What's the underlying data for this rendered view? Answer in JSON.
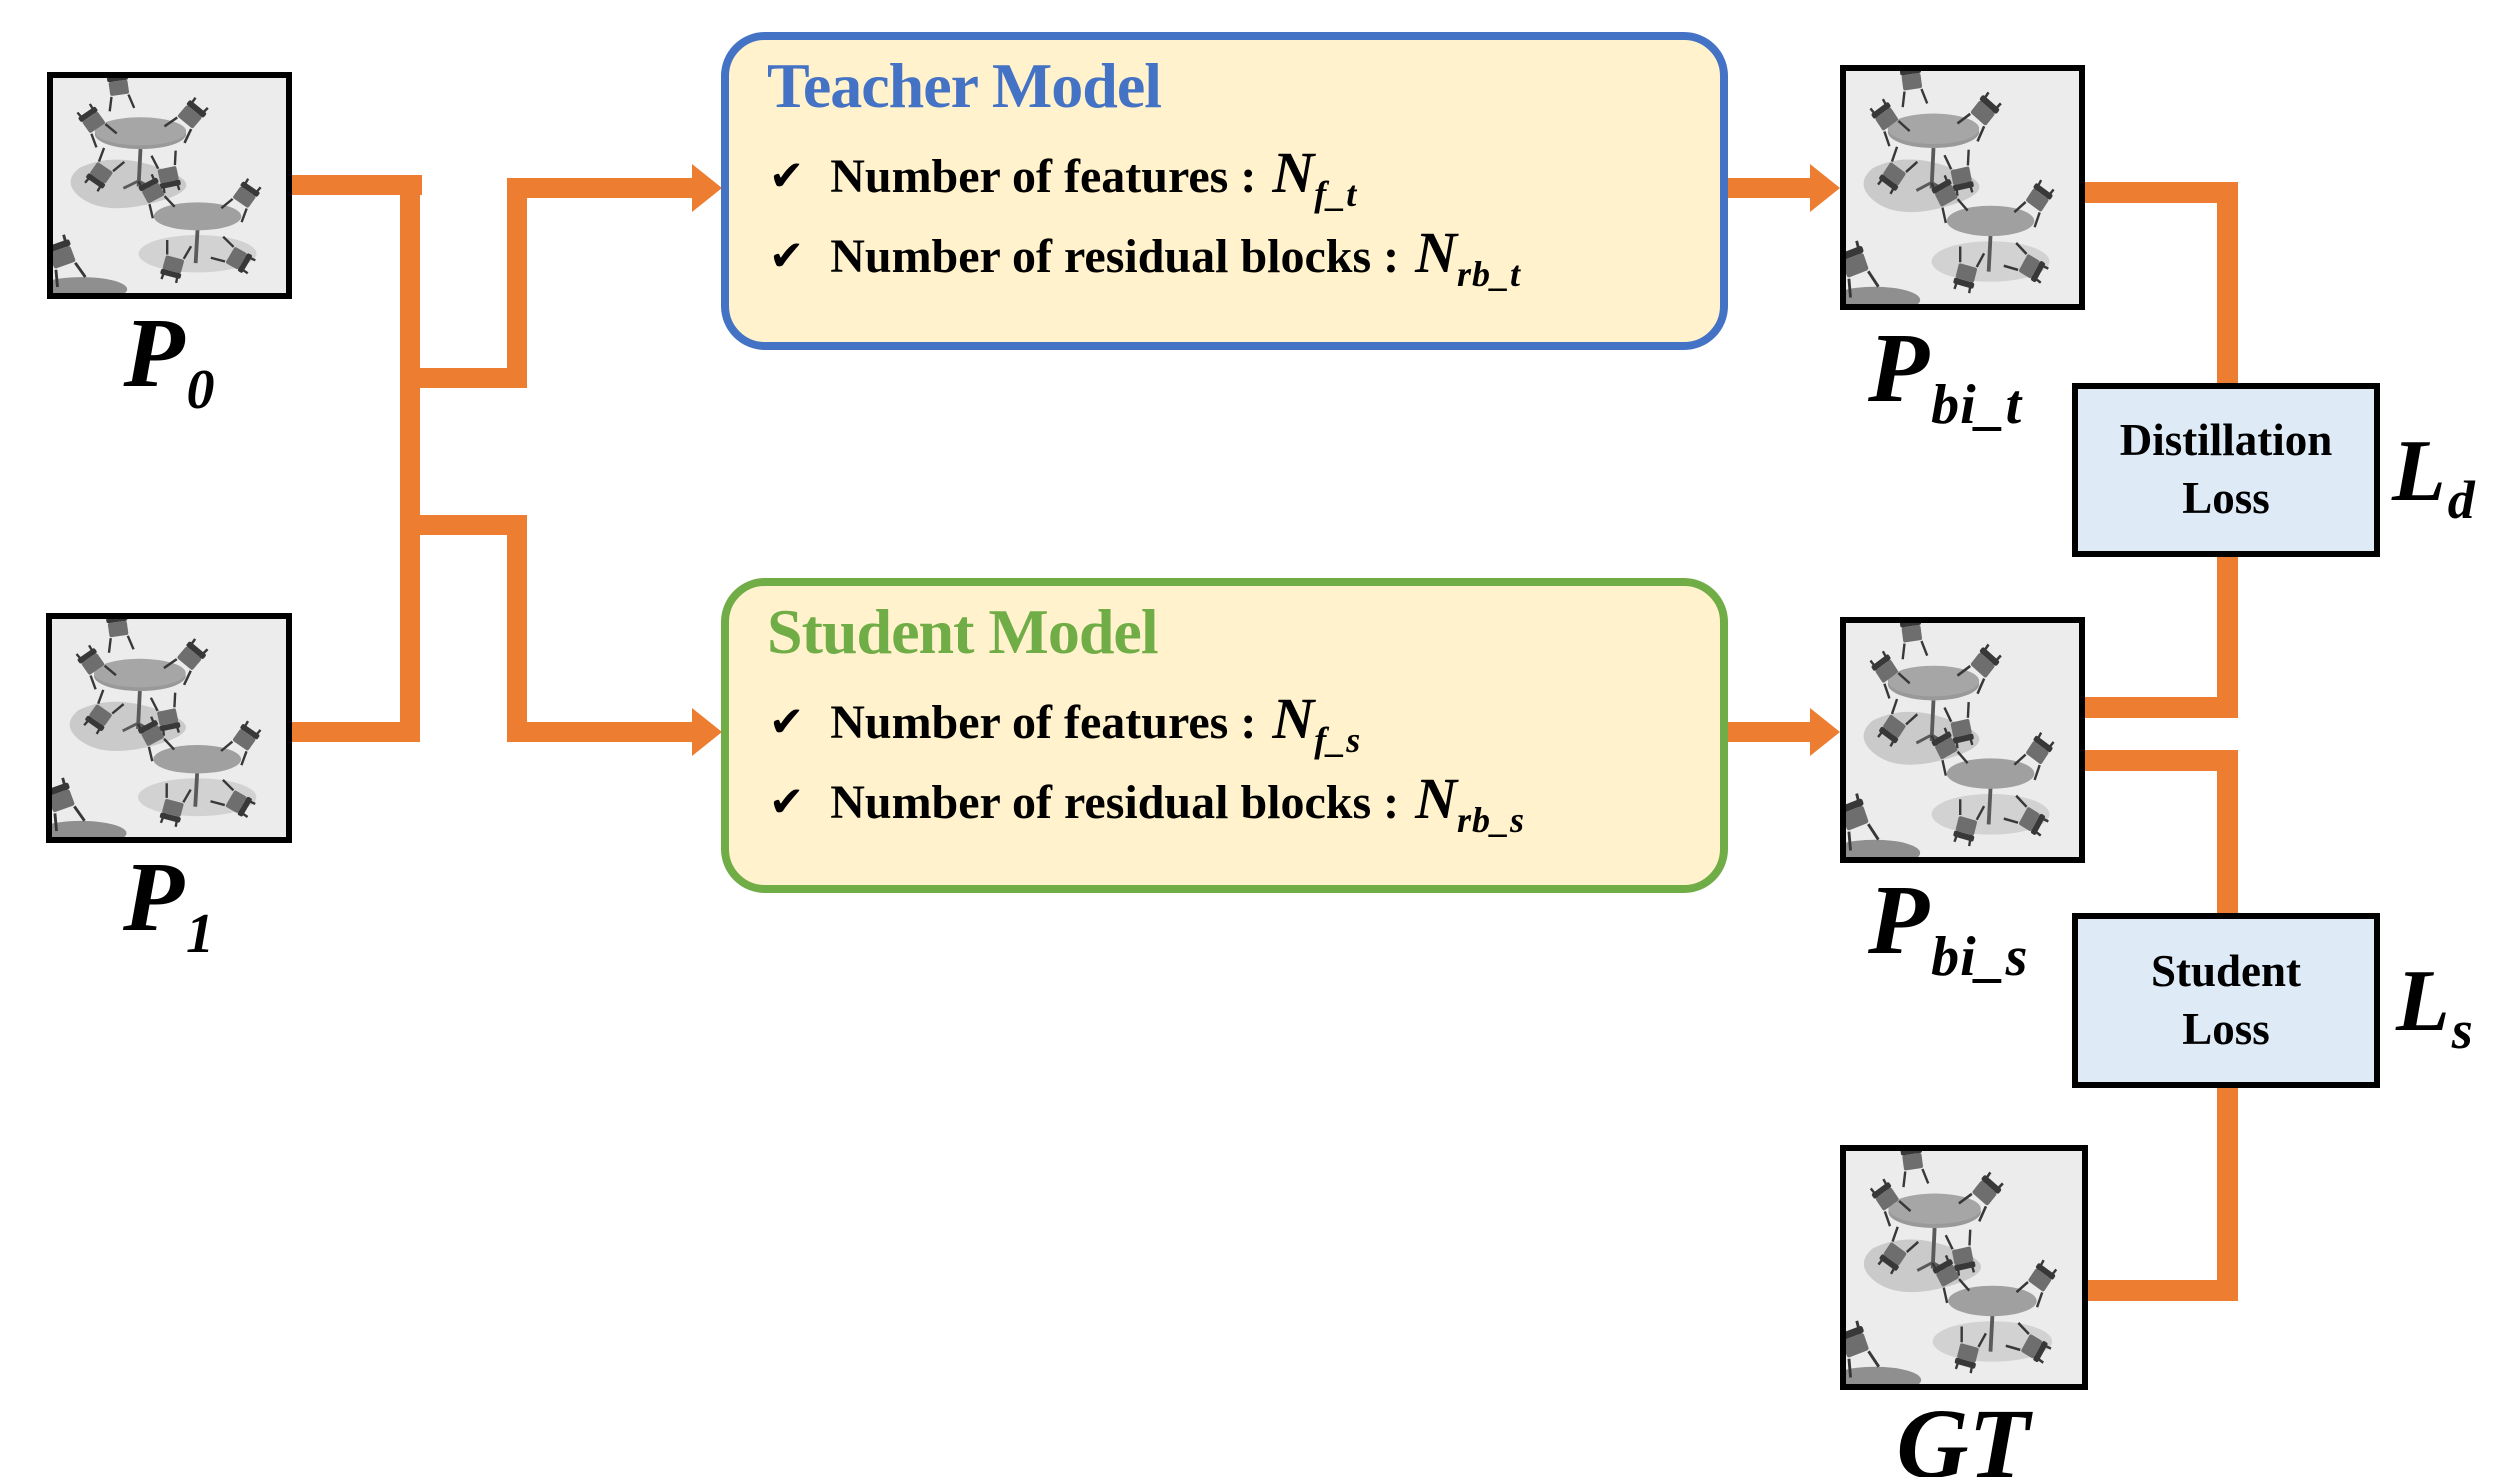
{
  "diagram": {
    "inputs": [
      {
        "base": "P",
        "sub": "0"
      },
      {
        "base": "P",
        "sub": "1"
      }
    ],
    "teacher": {
      "title": "Teacher Model",
      "items": [
        {
          "check": "✔",
          "text": "Number of features :",
          "var": "N",
          "var_sub": "f_t"
        },
        {
          "check": "✔",
          "text": "Number of residual blocks :",
          "var": "N",
          "var_sub": "rb_t"
        }
      ]
    },
    "student": {
      "title": "Student Model",
      "items": [
        {
          "check": "✔",
          "text": "Number of features :",
          "var": "N",
          "var_sub": "f_s"
        },
        {
          "check": "✔",
          "text": "Number of residual blocks :",
          "var": "N",
          "var_sub": "rb_s"
        }
      ]
    },
    "outputs": [
      {
        "base": "P",
        "sub": "bi_t"
      },
      {
        "base": "P",
        "sub": "bi_s"
      },
      {
        "base": "GT",
        "sub": ""
      }
    ],
    "losses": [
      {
        "line1": "Distillation",
        "line2": "Loss",
        "tag": "L",
        "tag_sub": "d"
      },
      {
        "line1": "Student",
        "line2": "Loss",
        "tag": "L",
        "tag_sub": "s"
      }
    ],
    "colors": {
      "arrow_orange": "#ED7D31",
      "teacher_blue": "#4472C4",
      "student_green": "#70AD47",
      "model_box_fill": "#FFF2CC",
      "loss_box_fill": "#DEEBF7",
      "image_border": "#000000"
    }
  }
}
